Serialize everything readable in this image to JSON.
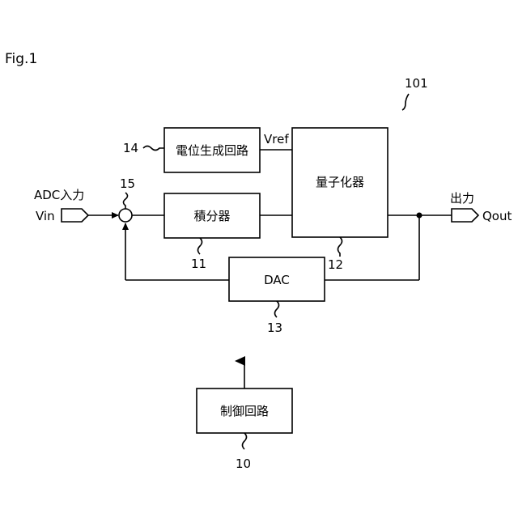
{
  "figure_title": "Fig.1",
  "device_ref": "101",
  "blocks": {
    "potential_gen": {
      "label": "電位生成回路",
      "ref": "14"
    },
    "integrator": {
      "label": "積分器",
      "ref": "11"
    },
    "quantizer": {
      "label": "量子化器",
      "ref": "12"
    },
    "dac": {
      "label": "DAC",
      "ref": "13"
    },
    "control": {
      "label": "制御回路",
      "ref": "10"
    }
  },
  "adder": {
    "ref": "15"
  },
  "signals": {
    "input_title": "ADC入力",
    "input_name": "Vin",
    "output_title": "出力",
    "output_name": "Qout",
    "vref": "Vref"
  }
}
